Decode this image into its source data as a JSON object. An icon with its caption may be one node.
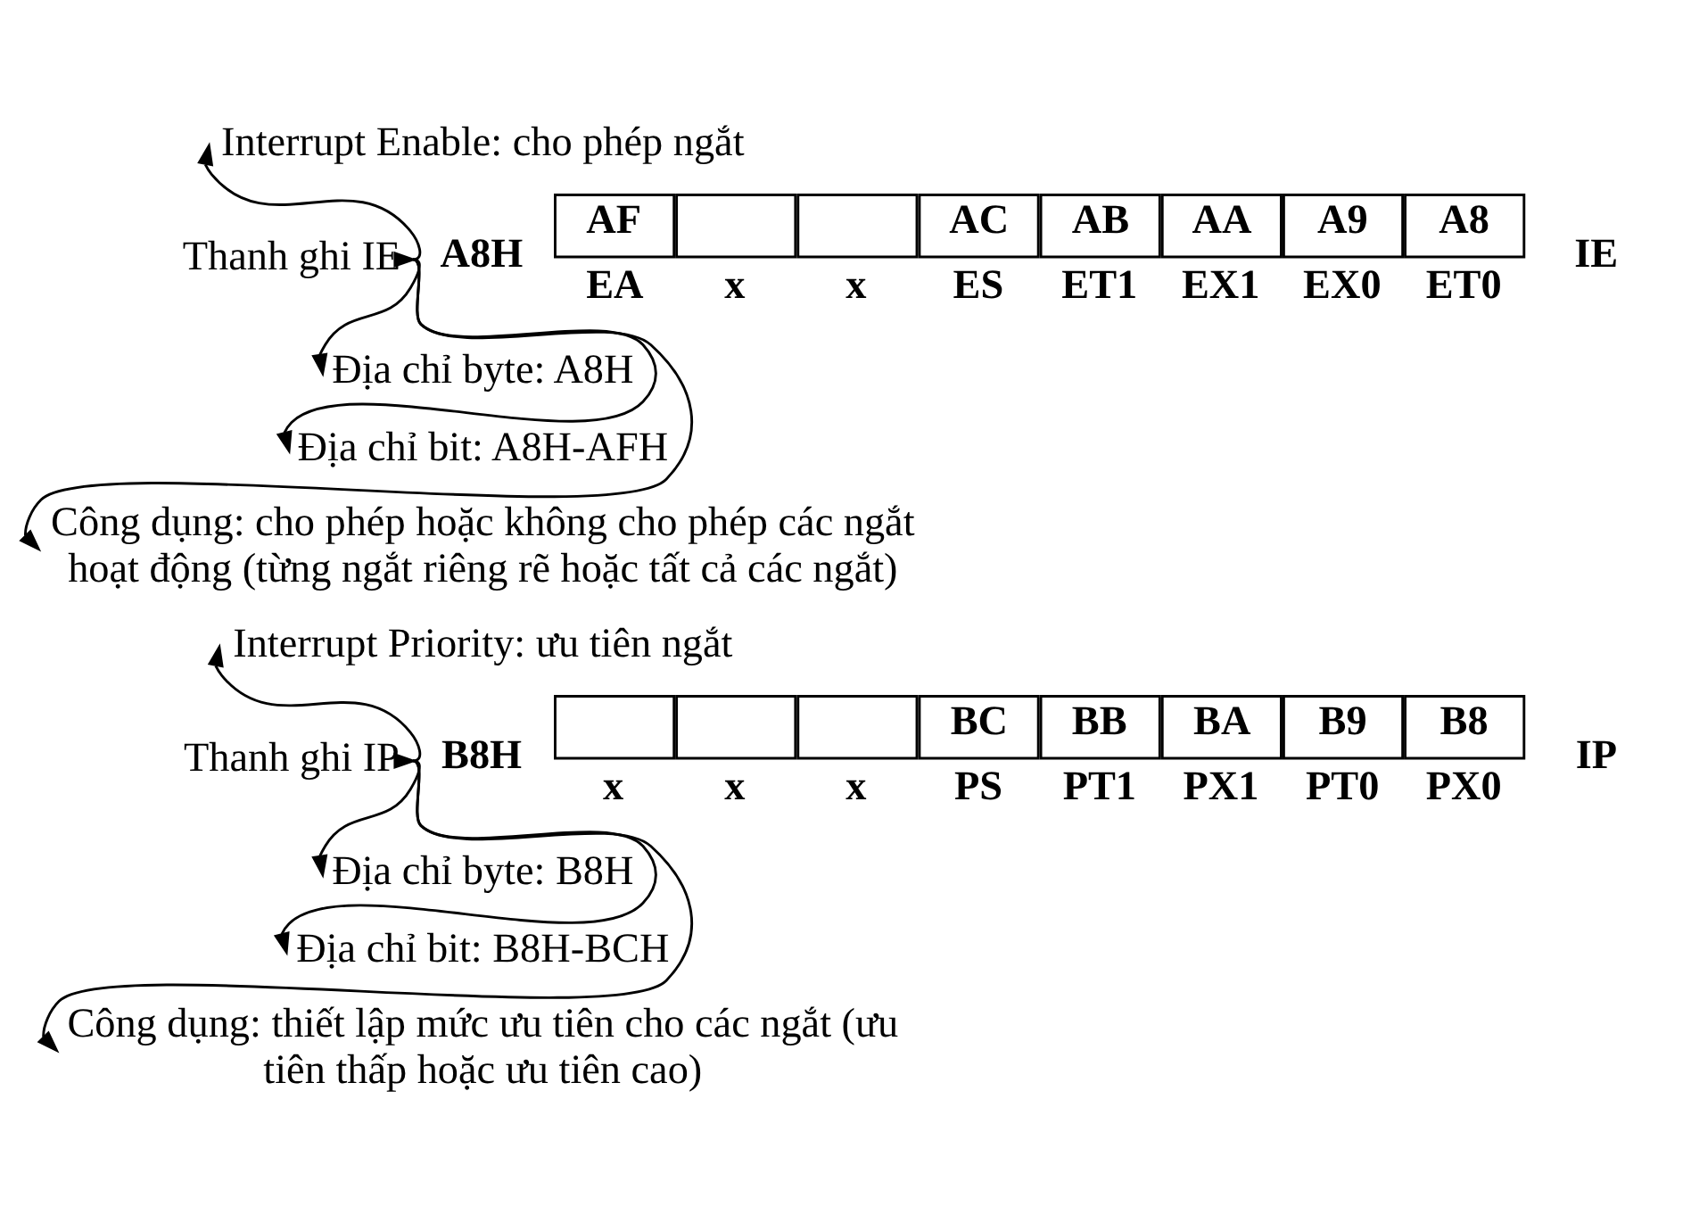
{
  "diagram": {
    "nodes": [
      {
        "text": [
          "Thanh ghi IE"
        ]
      },
      {
        "text": [
          "Interrupt Enable: cho phép ngắt"
        ]
      },
      {
        "text": [
          "A8H"
        ]
      },
      {
        "text": [
          "AF"
        ],
        "beside": [
          "EA"
        ]
      },
      {
        "text": [],
        "shape": "box",
        "beside": [
          "x"
        ]
      },
      {
        "text": [],
        "shape": "box",
        "beside": [
          "x"
        ]
      },
      {
        "text": [
          "AC"
        ],
        "beside": [
          "ES"
        ]
      },
      {
        "text": [
          "AB"
        ],
        "beside": [
          "ET1"
        ]
      },
      {
        "text": [
          "AA"
        ],
        "beside": [
          "EX1"
        ]
      },
      {
        "text": [
          "A9"
        ],
        "beside": [
          "EX0"
        ]
      },
      {
        "text": [
          "A8"
        ],
        "beside": [
          "ET0"
        ]
      },
      {
        "text": [
          "Địa chỉ byte: A8H"
        ]
      },
      {
        "text": [
          "Địa chỉ bit: A8H-AFH"
        ]
      },
      {
        "text": [
          "Công dụng: cho phép hoặc không cho phép các ngắt hoạt động (từng ngắt riêng rẽ hoặc tất cả các ngắt)"
        ]
      },
      {
        "text": [
          "Thanh ghi IP"
        ]
      },
      {
        "text": [
          "Interrupt Priority: ưu tiên ngắt"
        ]
      },
      {
        "text": [
          "B8H"
        ]
      },
      {
        "text": [],
        "shape": "box",
        "beside": [
          "x"
        ]
      },
      {
        "text": [],
        "shape": "box",
        "beside": [
          "x"
        ]
      },
      {
        "text": [],
        "shape": "box",
        "beside": [
          "x"
        ]
      },
      {
        "text": [
          "BC"
        ],
        "beside": [
          "PS"
        ]
      },
      {
        "text": [
          "BB"
        ],
        "beside": [
          "PT1"
        ]
      },
      {
        "text": [
          "BA"
        ],
        "beside": [
          "PX1"
        ]
      },
      {
        "text": [
          "B9"
        ],
        "beside": [
          "PT0"
        ]
      },
      {
        "text": [
          "B8"
        ],
        "beside": [
          "PX0"
        ]
      },
      {
        "text": [
          "Địa chỉ byte: B8H"
        ]
      },
      {
        "text": [
          "Địa chỉ bit: B8H-BCH"
        ]
      },
      {
        "text": [
          "Công dụng: thiết lập mức ưu tiên cho các ngắt (ưu tiên thấp hoặc ưu tiên cao)"
        ]
      }
    ],
    "edges": [
      {
        "from": 0,
        "to": 1,
        "arrow": "to"
      },
      {
        "from": 0,
        "to": 2,
        "arrow": "to"
      },
      {
        "from": 0,
        "to": 11,
        "arrow": "to"
      },
      {
        "from": 0,
        "to": 12,
        "arrow": "to"
      },
      {
        "from": 0,
        "to": 13,
        "arrow": "to"
      },
      {
        "from": 14,
        "to": 15,
        "arrow": "to"
      },
      {
        "from": 14,
        "to": 16,
        "arrow": "to"
      },
      {
        "from": 14,
        "to": 25,
        "arrow": "to"
      },
      {
        "from": 14,
        "to": 26,
        "arrow": "to"
      },
      {
        "from": 14,
        "to": 27,
        "arrow": "to"
      }
    ],
    "labels": [
      "IE",
      "IP"
    ]
  }
}
